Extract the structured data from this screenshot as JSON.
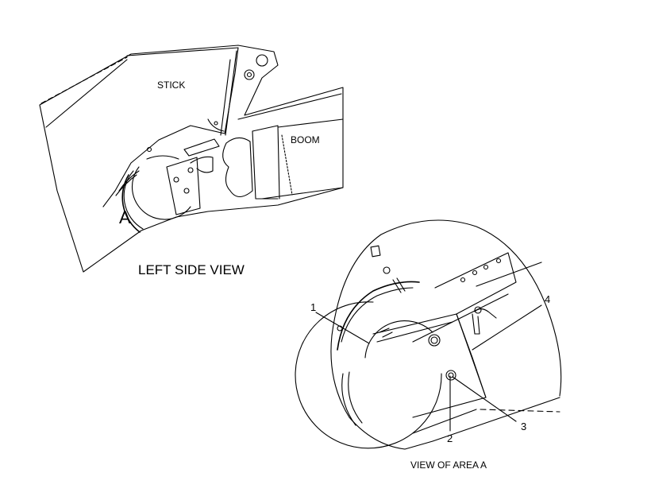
{
  "labels": {
    "stick": "STICK",
    "boom": "BOOM",
    "area_marker": "A",
    "left_side_view": "LEFT SIDE VIEW",
    "view_of_area_a": "VIEW OF AREA A"
  },
  "callouts": [
    "1",
    "2",
    "3",
    "4"
  ],
  "colors": {
    "line": "#000000",
    "background": "#ffffff"
  }
}
